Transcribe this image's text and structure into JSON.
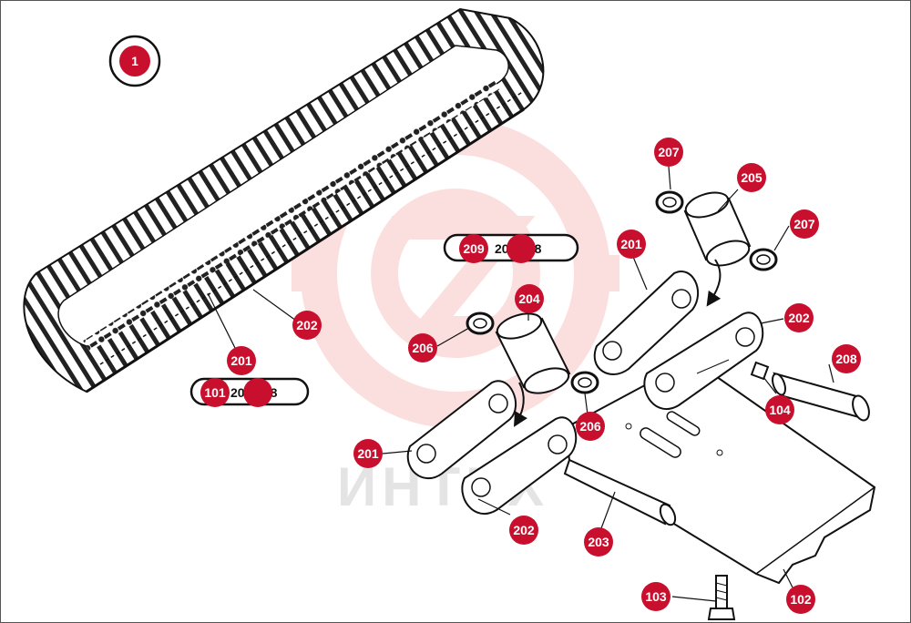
{
  "colors": {
    "callout": "#c8102e",
    "callout_text": "#ffffff",
    "line": "#111111",
    "watermark": "#e8403a"
  },
  "watermark_text": "ИНТЕХ",
  "assembly_label": "1",
  "callouts": {
    "c201_track": "201",
    "c202_track": "202",
    "c207_top": "207",
    "c205": "205",
    "c207_right": "207",
    "c201_upper": "201",
    "c202_upper": "202",
    "c204": "204",
    "c206_left": "206",
    "c206_mid": "206",
    "c208": "208",
    "c104": "104",
    "c201_lower": "201",
    "c202_lower": "202",
    "c203": "203",
    "c103": "103",
    "c102": "102"
  },
  "pills": {
    "track": {
      "badge": "101",
      "text": "201-208"
    },
    "link": {
      "badge": "209",
      "text": "207-208"
    }
  }
}
